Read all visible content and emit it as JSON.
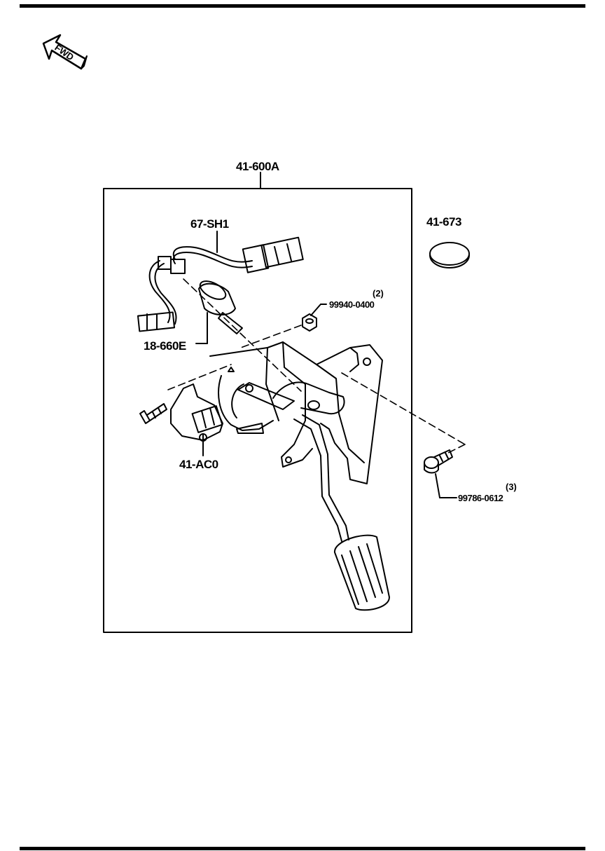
{
  "direction": {
    "label": "FWD",
    "icon": "fwd-arrow-icon"
  },
  "parts": {
    "assembly": "41-600A",
    "harness": "67-SH1",
    "switch": "18-660E",
    "sensor": "41-AC0",
    "cap": "41-673",
    "nut": {
      "number": "99940-0400",
      "qty": "(2)"
    },
    "bolt": {
      "number": "99786-0612",
      "qty": "(3)"
    }
  },
  "colors": {
    "ink": "#000000",
    "paper": "#ffffff"
  }
}
